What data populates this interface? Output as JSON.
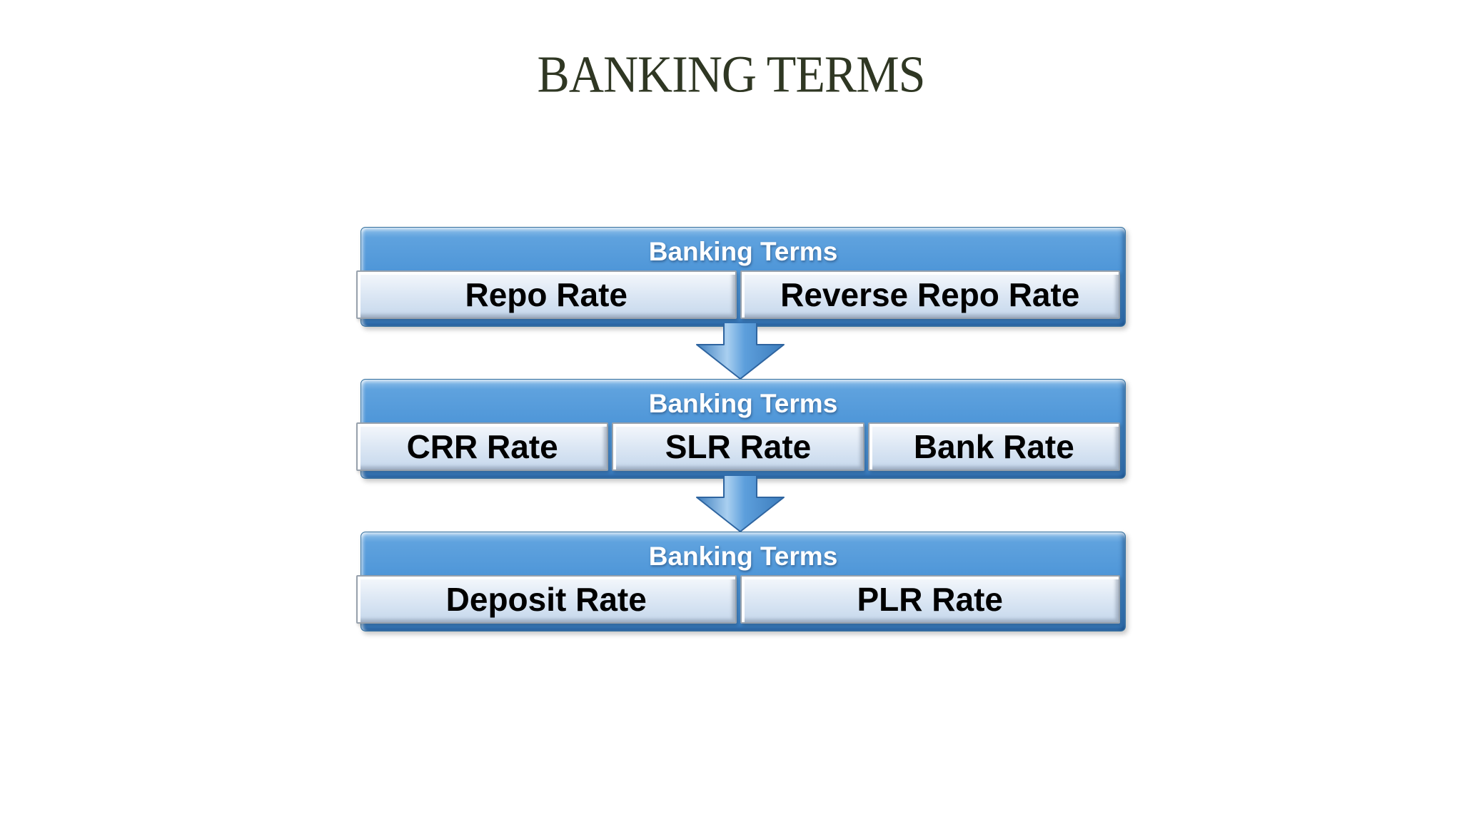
{
  "title": "BANKING TERMS",
  "diagram": {
    "groups": [
      {
        "header": "Banking Terms",
        "items": [
          "Repo Rate",
          "Reverse Repo Rate"
        ]
      },
      {
        "header": "Banking Terms",
        "items": [
          "CRR Rate",
          "SLR Rate",
          "Bank Rate"
        ]
      },
      {
        "header": "Banking Terms",
        "items": [
          "Deposit Rate",
          "PLR Rate"
        ]
      }
    ],
    "icons": {
      "connector": "down-arrow"
    },
    "colors": {
      "title_text": "#2F3723",
      "box_blue": "#4E96D8",
      "box_blue_dark": "#3B7DC0",
      "subbox_light": "#DCE7F4",
      "subbox_border": "#97A1AC",
      "arrow_outline": "#2F65A0",
      "header_text": "#FFFFFF",
      "item_text": "#000000"
    }
  }
}
